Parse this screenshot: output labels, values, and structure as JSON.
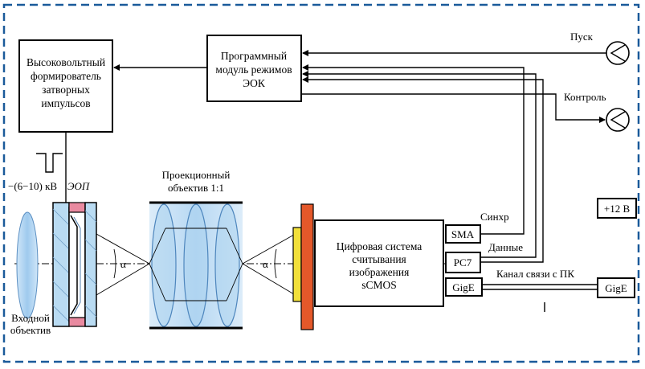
{
  "blocks": {
    "hv_former": [
      "Высоковольтный",
      "формирователь",
      "затворных",
      "импульсов"
    ],
    "prog_module": [
      "Программный",
      "модуль режимов",
      "ЭОК"
    ],
    "digital_system": [
      "Цифровая система",
      "считывания",
      "изображения",
      "sCMOS"
    ]
  },
  "ports": {
    "sma": "SMA",
    "pc7": "PC7",
    "gige_inner": "GigE",
    "gige_outer": "GigE",
    "power": "+12 В"
  },
  "connectors": {
    "start": "Пуск",
    "control": "Контроль"
  },
  "labels": {
    "voltage": "−(6−10) кВ",
    "eop": "ЭОП",
    "proj_lens": [
      "Проекционный",
      "объектив 1:1"
    ],
    "input_lens": [
      "Входной",
      "объектив"
    ],
    "alpha_left": "α",
    "alpha_right": "α",
    "sync": "Синхр",
    "data": "Данные",
    "pc_link": "Канал связи с ПК"
  },
  "colors": {
    "frame": "#1a5a9a",
    "lens_blue": "#a9d1ef",
    "eop_pink": "#e98aa0",
    "sensor_orange": "#e4582a",
    "sensor_yellow": "#f2e03a"
  }
}
